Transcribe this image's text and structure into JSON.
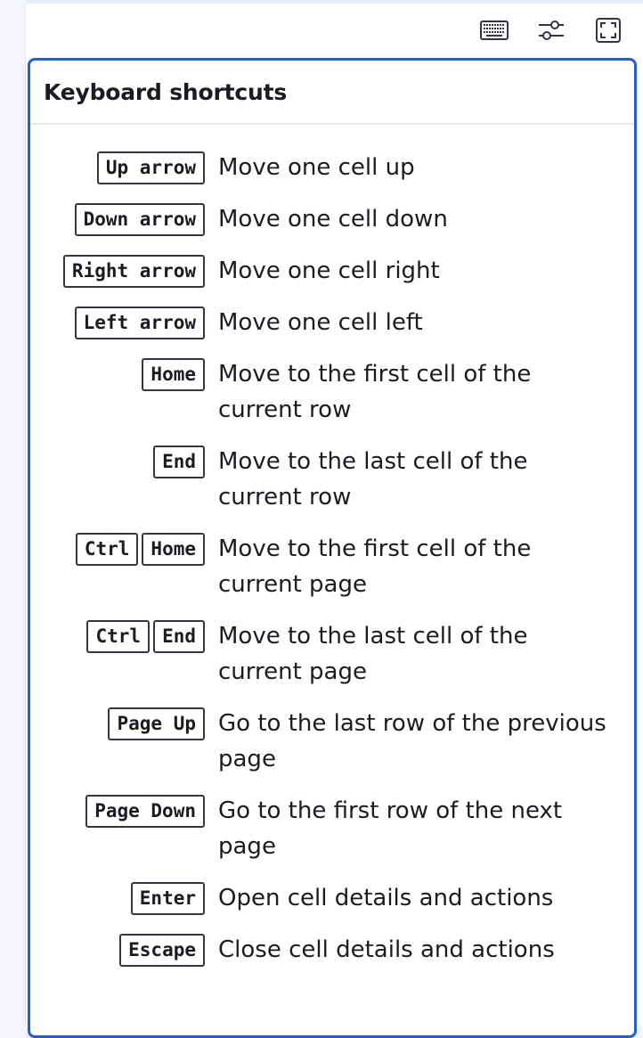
{
  "toolbar": {
    "buttons": [
      {
        "icon": "keyboard-icon",
        "name": "keyboard-shortcuts-button"
      },
      {
        "icon": "sliders-icon",
        "name": "display-options-button"
      },
      {
        "icon": "fullscreen-icon",
        "name": "fullscreen-button"
      }
    ]
  },
  "popover": {
    "title": "Keyboard shortcuts",
    "accent_color": "#2361c7"
  },
  "shortcuts": [
    {
      "keys": [
        "Up arrow"
      ],
      "description": "Move one cell up"
    },
    {
      "keys": [
        "Down arrow"
      ],
      "description": "Move one cell down"
    },
    {
      "keys": [
        "Right arrow"
      ],
      "description": "Move one cell right"
    },
    {
      "keys": [
        "Left arrow"
      ],
      "description": "Move one cell left"
    },
    {
      "keys": [
        "Home"
      ],
      "description": "Move to the first cell of the current row"
    },
    {
      "keys": [
        "End"
      ],
      "description": "Move to the last cell of the current row"
    },
    {
      "keys": [
        "Ctrl",
        "Home"
      ],
      "description": "Move to the first cell of the current page"
    },
    {
      "keys": [
        "Ctrl",
        "End"
      ],
      "description": "Move to the last cell of the current page"
    },
    {
      "keys": [
        "Page Up"
      ],
      "description": "Go to the last row of the previous page"
    },
    {
      "keys": [
        "Page Down"
      ],
      "description": "Go to the first row of the next page"
    },
    {
      "keys": [
        "Enter"
      ],
      "description": "Open cell details and actions"
    },
    {
      "keys": [
        "Escape"
      ],
      "description": "Close cell details and actions"
    }
  ]
}
